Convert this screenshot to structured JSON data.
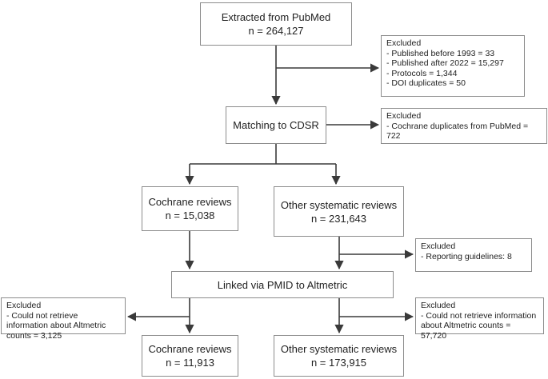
{
  "boxes": {
    "pubmed": {
      "title": "Extracted from PubMed",
      "count": "n = 264,127"
    },
    "matching": {
      "title": "Matching to CDSR"
    },
    "cochrane": {
      "title": "Cochrane reviews",
      "count": "n = 15,038"
    },
    "other": {
      "title": "Other systematic reviews",
      "count": "n = 231,643"
    },
    "linked": {
      "title": "Linked via PMID to Altmetric"
    },
    "cochrane_final": {
      "title": "Cochrane reviews",
      "count": "n = 11,913"
    },
    "other_final": {
      "title": "Other systematic reviews",
      "count": "n = 173,915"
    }
  },
  "excluded": {
    "ex1": {
      "title": "Excluded",
      "items": [
        "Published before 1993 = 33",
        "Published after 2022 = 15,297",
        "Protocols = 1,344",
        "DOI duplicates = 50"
      ]
    },
    "ex2": {
      "title": "Excluded",
      "items": [
        "Cochrane duplicates from PubMed = 722"
      ]
    },
    "ex3": {
      "title": "Excluded",
      "items": [
        "Reporting guidelines: 8"
      ]
    },
    "ex4": {
      "title": "Excluded",
      "items": [
        "Could not retrieve information about Altmetric counts = 3,125"
      ]
    },
    "ex5": {
      "title": "Excluded",
      "items": [
        "Could not retrieve information about Altmetric counts = 57,720"
      ]
    }
  },
  "colors": {
    "line": "#3a3a3a",
    "border": "#8c8c8c"
  }
}
